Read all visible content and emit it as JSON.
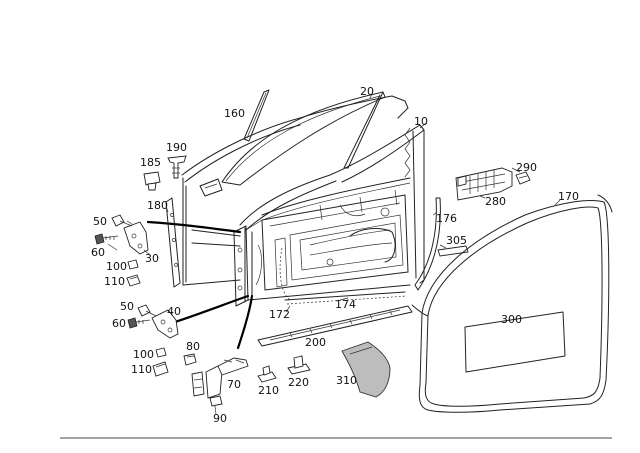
{
  "diagram": {
    "labels": {
      "p10": "10",
      "p20": "20",
      "p160": "160",
      "p190": "190",
      "p185": "185",
      "p180": "180",
      "p50a": "50",
      "p60a": "60",
      "p30": "30",
      "p100a": "100",
      "p110a": "110",
      "p50b": "50",
      "p40": "40",
      "p60b": "60",
      "p100b": "100",
      "p110b": "110",
      "p80": "80",
      "p70": "70",
      "p90": "90",
      "p210": "210",
      "p220": "220",
      "p200": "200",
      "p172": "172",
      "p174": "174",
      "p176": "176",
      "p305": "305",
      "p280": "280",
      "p290": "290",
      "p170": "170",
      "p300": "300",
      "p310": "310"
    }
  }
}
